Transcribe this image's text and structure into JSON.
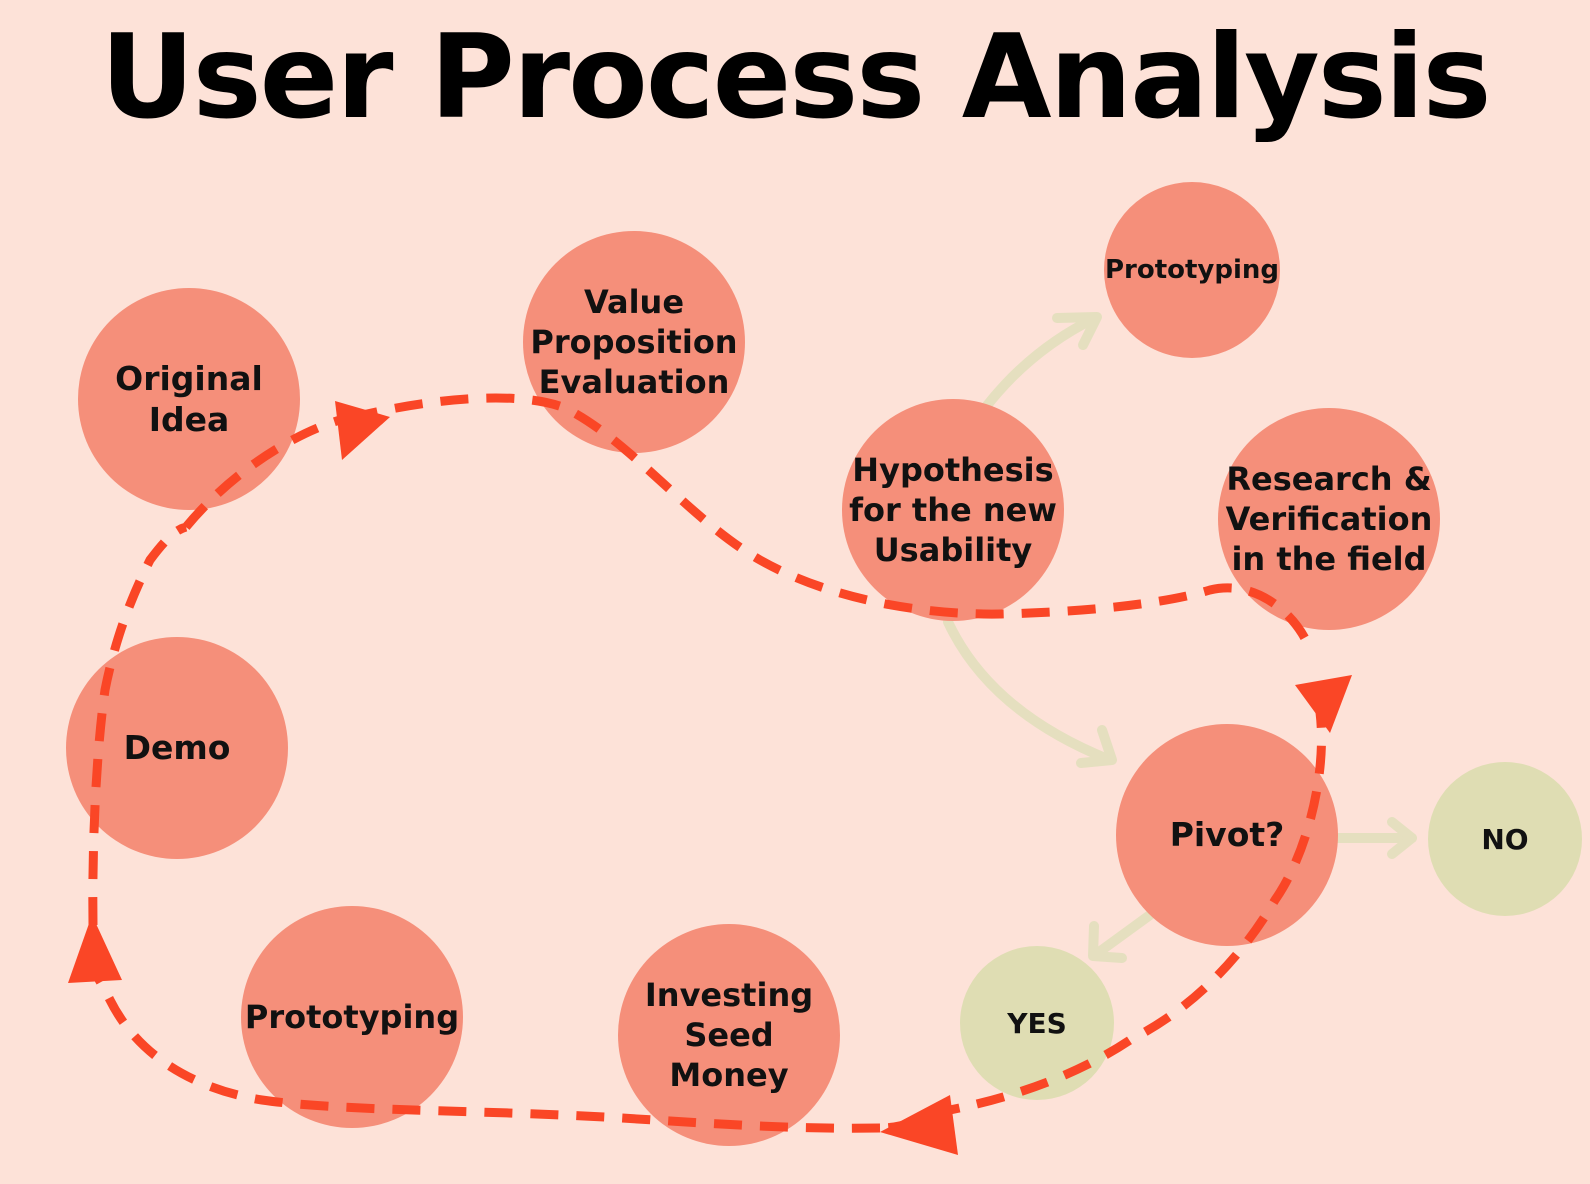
{
  "title": "User Process Analysis",
  "colors": {
    "background": "#fde2d8",
    "node": "#f58f7a",
    "outcome_node": "#dfddb3",
    "dashed_arrow": "#fa4626",
    "solid_arrow": "#e5dfbf"
  },
  "nodes": {
    "original_idea": [
      "Original",
      "Idea"
    ],
    "value_proposition": [
      "Value",
      "Proposition",
      "Evaluation"
    ],
    "prototyping_top": [
      "Prototyping"
    ],
    "hypothesis": [
      "Hypothesis",
      "for the new",
      "Usability"
    ],
    "research": [
      "Research &",
      "Verification",
      "in the field"
    ],
    "demo": [
      "Demo"
    ],
    "pivot": [
      "Pivot?"
    ],
    "no": [
      "NO"
    ],
    "yes": [
      "YES"
    ],
    "prototyping_bottom": [
      "Prototyping"
    ],
    "investing": [
      "Investing",
      "Seed",
      "Money"
    ]
  }
}
